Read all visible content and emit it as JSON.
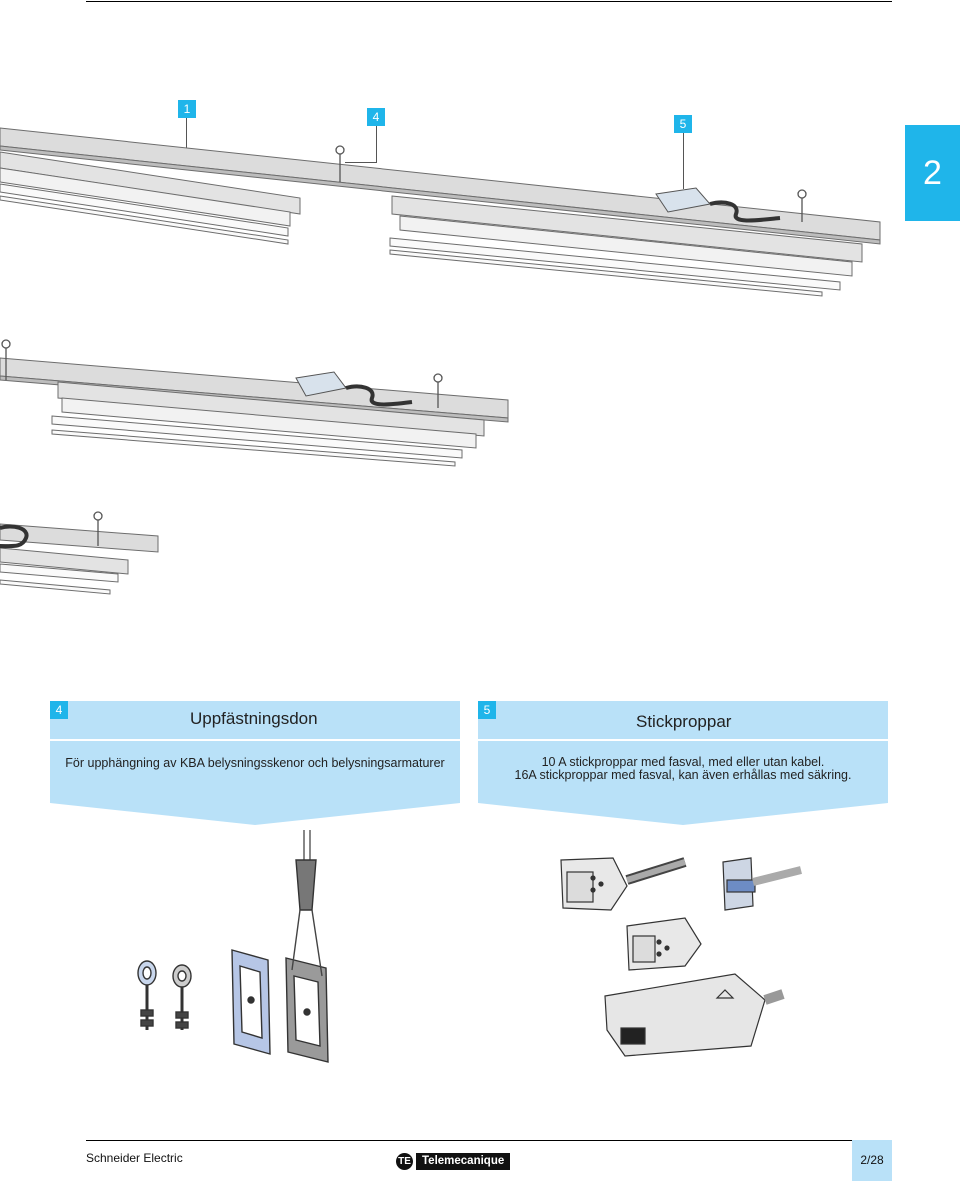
{
  "callouts": {
    "c1": "1",
    "c4": "4",
    "c5": "5"
  },
  "chapter_tab": "2",
  "panels": {
    "left": {
      "number": "4",
      "title": "Uppfästningsdon",
      "description": "För upphängning av KBA belysningsskenor och belysningsarmaturer"
    },
    "right": {
      "number": "5",
      "title": "Stickproppar",
      "line1": "10 A stickproppar med fasval, med  eller utan kabel.",
      "line2": "16A stickproppar med fasval, kan även erhållas med säkring."
    }
  },
  "footer": {
    "company": "Schneider Electric",
    "brand_badge": "TE",
    "brand": "Telemecanique",
    "page": "2/28"
  },
  "colors": {
    "accent": "#1fb5ea",
    "panel": "#b9e1f8"
  }
}
